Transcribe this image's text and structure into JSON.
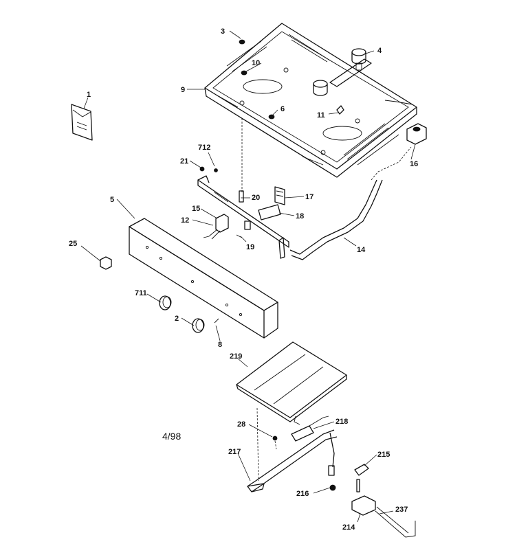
{
  "document_date": "4/98",
  "labels": {
    "l1": "1",
    "l2": "2",
    "l3": "3",
    "l4": "4",
    "l5": "5",
    "l6": "6",
    "l8": "8",
    "l9": "9",
    "l10": "10",
    "l11": "11",
    "l12": "12",
    "l14": "14",
    "l15": "15",
    "l16": "16",
    "l17": "17",
    "l18": "18",
    "l19": "19",
    "l20": "20",
    "l21": "21",
    "l25": "25",
    "l28": "28",
    "l214": "214",
    "l215": "215",
    "l216": "216",
    "l217": "217",
    "l218": "218",
    "l219": "219",
    "l237": "237",
    "l711": "711",
    "l712": "712"
  }
}
